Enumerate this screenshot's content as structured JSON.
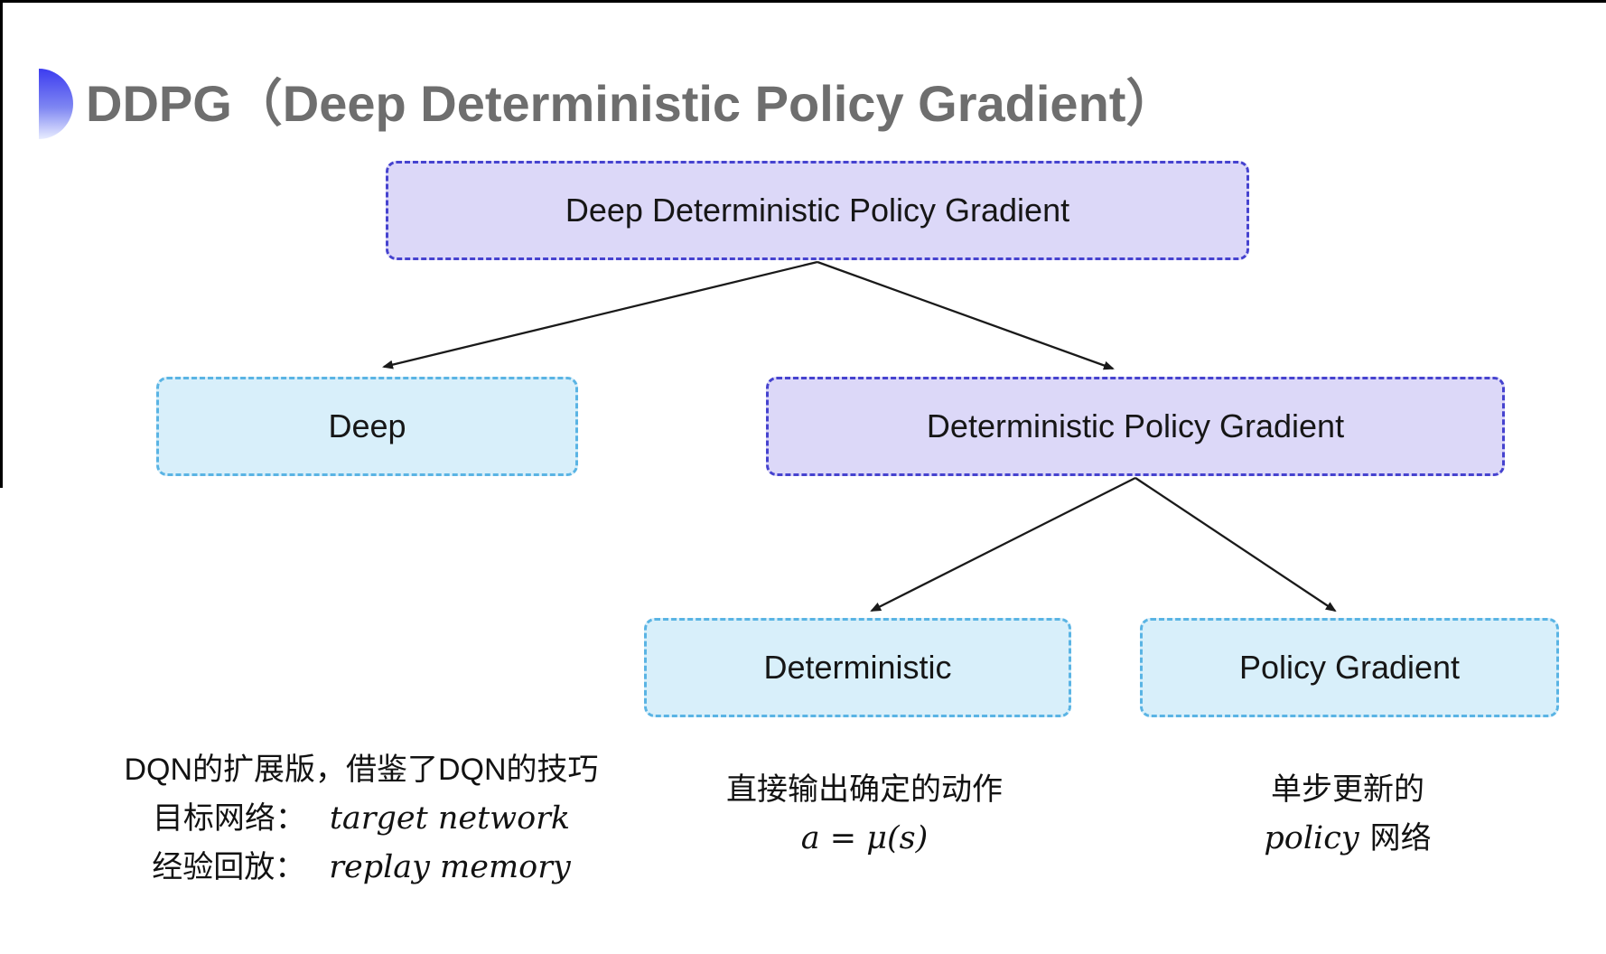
{
  "title": "DDPG（Deep Deterministic Policy Gradient）",
  "colors": {
    "lavender_fill": "#dcd8f8",
    "lavender_border": "#4643cf",
    "cyan_fill": "#d8effa",
    "cyan_border": "#5ab4e4",
    "title_gray": "#6e6e6e",
    "arrow_black": "#1a1a1a"
  },
  "icons": {
    "title_bullet": "half-circle-bullet"
  },
  "nodes": {
    "root": {
      "label": "Deep Deterministic Policy Gradient"
    },
    "deep": {
      "label": "Deep"
    },
    "dpg": {
      "label": "Deterministic Policy Gradient"
    },
    "deterministic": {
      "label": "Deterministic"
    },
    "policy_gradient": {
      "label": "Policy Gradient"
    }
  },
  "annotations": {
    "deep": {
      "line1": "DQN的扩展版，借鉴了DQN的技巧",
      "line2_zh": "目标网络：",
      "line2_en": "target network",
      "line3_zh": "经验回放：",
      "line3_en": "replay memory"
    },
    "deterministic": {
      "line1": "直接输出确定的动作",
      "formula": "a = μ(s)"
    },
    "policy_gradient": {
      "line1": "单步更新的",
      "line2_en": "policy",
      "line2_zh": "网络"
    }
  }
}
